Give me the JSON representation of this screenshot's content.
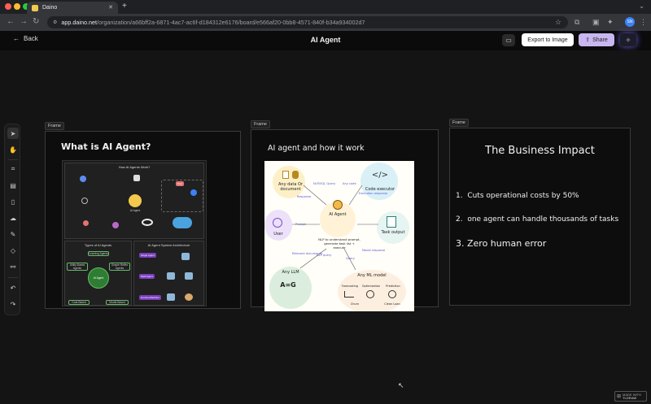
{
  "browser": {
    "tab_title": "Daino",
    "url_host": "app.daino.net",
    "url_path": "/organization/a66bff2a-6871-4ac7-ac6f-d184312e6176/board/e566af20-0bb8-4571-840f-b34a934002d7",
    "profile_initials": "SN"
  },
  "header": {
    "back_label": "Back",
    "title": "AI Agent",
    "export_label": "Export to Image",
    "share_label": "Share"
  },
  "frames": [
    {
      "label": "Frame",
      "title": "What is AI Agent?"
    },
    {
      "label": "Frame",
      "title": "AI agent and how it work"
    },
    {
      "label": "Frame",
      "title": "The Business Impact"
    }
  ],
  "frame1_image": {
    "top_caption": "How AI Agents Work?",
    "bottom_left_caption": "Types of AI Agents",
    "bottom_right_caption": "AI Agent System Architecture",
    "center_node": "AI Agent",
    "tool_chip": "Tool",
    "type_center": "AI Agent",
    "types": [
      "Learning Agents",
      "Utility-Based Agents",
      "Simple Reflex Agents",
      "Goal-Based",
      "Model-Based"
    ],
    "arch_chips": [
      "Single Agent",
      "Multi Agent",
      "Human+Machine"
    ]
  },
  "frame2_image": {
    "any_data": "Any data Or document",
    "code_executor": "Code executor",
    "ai_agent": "AI Agent",
    "user": "User",
    "task_output": "Task output",
    "any_llm": "Any LLM",
    "any_ml": "Any ML model",
    "center_desc": "NLP to understand prompt, generate task list + execute",
    "nlp_sql": "NLP/SQL Query",
    "any_code": "Any code",
    "execution": "Execution response",
    "response": "Response",
    "prompt": "Prompt",
    "relevant": "Relevant documents",
    "nlp_query": "NLP query",
    "query": "Query",
    "model_resp": "Model response",
    "forecasting": "Forecasting",
    "optimization": "Optimization",
    "prediction": "Prediction",
    "churn": "Churn",
    "clean_loan": "Clean Loan"
  },
  "impact": {
    "items": [
      {
        "num": "1.",
        "text": "Cuts operational costs by 50%"
      },
      {
        "num": "2.",
        "text": "one agent can handle thousands of tasks"
      },
      {
        "num": "3.",
        "text": "Zero human error"
      }
    ]
  },
  "watermark": {
    "line1": "MADE WITH",
    "line2": "TLDRAW"
  },
  "colors": {
    "accent_purple": "#c8b6f0",
    "canvas_bg": "#141414",
    "frame_bg": "#0d0d0d"
  }
}
